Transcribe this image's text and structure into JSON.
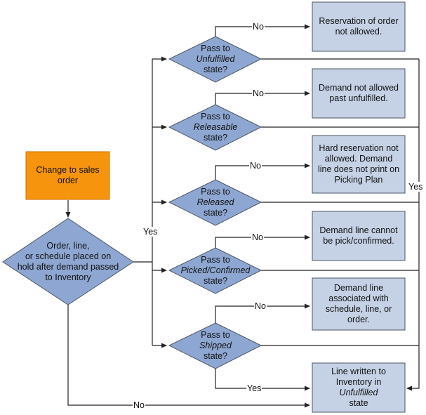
{
  "colors": {
    "start_fill": "#f7940e",
    "start_border": "#c87000",
    "node_fill": "#c5d2e6",
    "node_border": "#4a5560",
    "decision_fill": "#8ea7d2",
    "line": "#222222"
  },
  "start": {
    "line1": "Change to sales",
    "line2": "order"
  },
  "hold": {
    "line1": "Order, line,",
    "line2": "or schedule placed on",
    "line3": "hold after demand passed",
    "line4": "to Inventory"
  },
  "decisions": [
    {
      "line1": "Pass to",
      "state": "Unfulfilled",
      "line3": "state?"
    },
    {
      "line1": "Pass to",
      "state": "Releasable",
      "line3": "state?"
    },
    {
      "line1": "Pass to",
      "state": "Released",
      "line3": "state?"
    },
    {
      "line1": "Pass to",
      "state": "Picked/Confirmed",
      "line3": "state?"
    },
    {
      "line1": "Pass to",
      "state": "Shipped",
      "line3": "state?"
    }
  ],
  "results": [
    {
      "line1": "Reservation of order",
      "line2": "not allowed."
    },
    {
      "line1": "Demand not allowed",
      "line2": "past unfulfilled."
    },
    {
      "line1": "Hard reservation not",
      "line2": "allowed. Demand",
      "line3": "line does not print on",
      "line4": "Picking Plan"
    },
    {
      "line1": "Demand line cannot",
      "line2": "be pick/confirmed."
    },
    {
      "line1": "Demand line",
      "line2": "associated with",
      "line3": "schedule, line, or",
      "line4": "order."
    }
  ],
  "final": {
    "line1": "Line written to",
    "line2": "Inventory in",
    "state": "Unfulfilled",
    "line3_suffix": "state"
  },
  "labels": {
    "no": "No",
    "yes": "Yes"
  }
}
